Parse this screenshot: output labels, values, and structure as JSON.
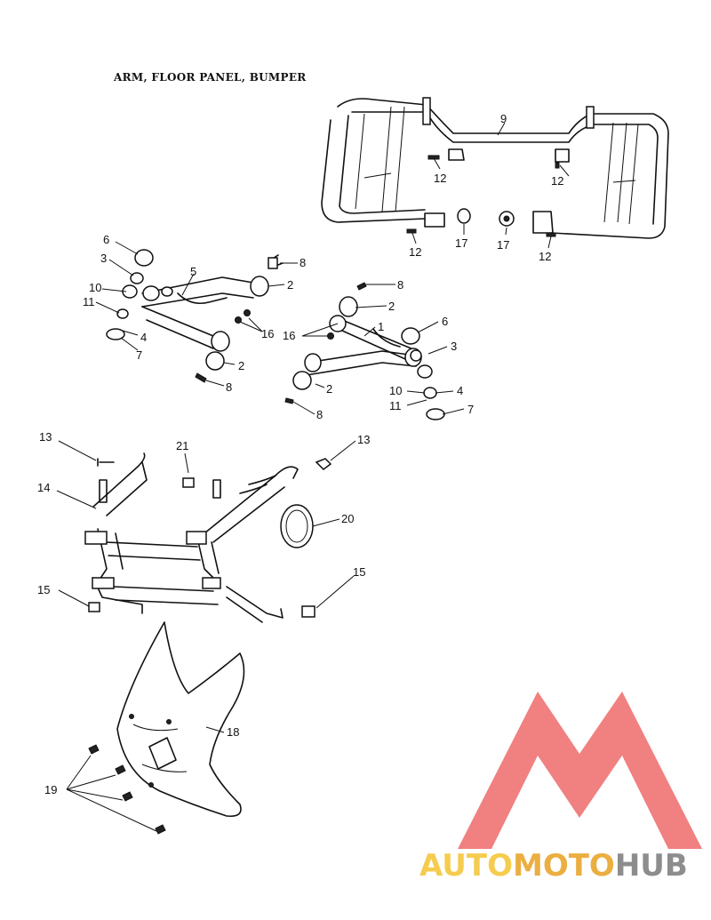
{
  "title": "ARM, FLOOR PANEL, BUMPER",
  "callouts": {
    "c1": "1",
    "c2a": "2",
    "c2b": "2",
    "c2c": "2",
    "c2d": "2",
    "c3a": "3",
    "c3b": "3",
    "c4a": "4",
    "c4b": "4",
    "c5": "5",
    "c6a": "6",
    "c6b": "6",
    "c7a": "7",
    "c7b": "7",
    "c8a": "8",
    "c8b": "8",
    "c8c": "8",
    "c8d": "8",
    "c9": "9",
    "c10a": "10",
    "c10b": "10",
    "c11a": "11",
    "c11b": "11",
    "c12a": "12",
    "c12b": "12",
    "c12c": "12",
    "c12d": "12",
    "c13a": "13",
    "c13b": "13",
    "c14": "14",
    "c15a": "15",
    "c15b": "15",
    "c16a": "16",
    "c16b": "16",
    "c17a": "17",
    "c17b": "17",
    "c18": "18",
    "c19": "19",
    "c20": "20",
    "c21": "21"
  },
  "watermark": {
    "brand_a": "AUTO",
    "brand_b": "MOTO",
    "brand_c": "HUB",
    "color_a": "#f4c430",
    "color_b": "#e8a020",
    "color_c": "#7a7a7a",
    "logo_color": "#ef6a6a"
  }
}
